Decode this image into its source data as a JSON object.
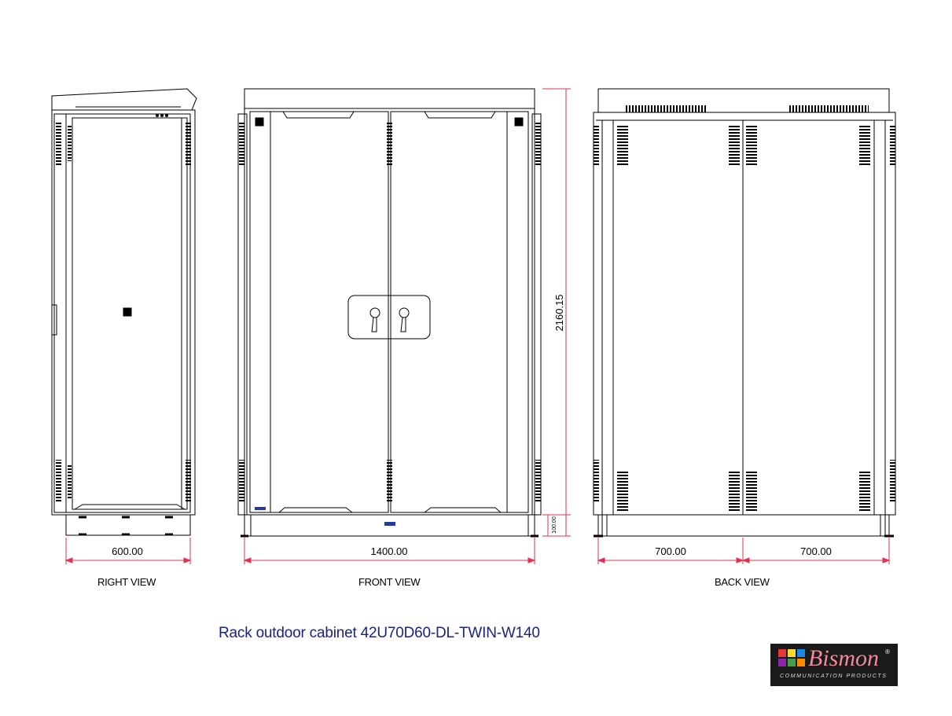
{
  "title": "Rack outdoor cabinet 42U70D60-DL-TWIN-W140",
  "views": {
    "right": {
      "label": "RIGHT VIEW",
      "width_dim": "600.00"
    },
    "front": {
      "label": "FRONT VIEW",
      "width_dim": "1400.00",
      "height_dim": "2160.15",
      "plinth_dim": "100.00"
    },
    "back": {
      "label": "BACK VIEW",
      "left_dim": "700.00",
      "right_dim": "700.00"
    }
  },
  "logo": {
    "name": "Bismon",
    "tagline": "COMMUNICATION PRODUCTS",
    "reg": "®"
  },
  "colors": {
    "dimension_line": "#e0334d",
    "title": "#1a237e",
    "outline": "#000000"
  }
}
